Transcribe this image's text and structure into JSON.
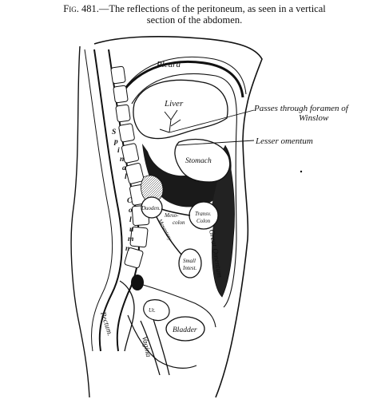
{
  "figure": {
    "number": "Fig. 481.",
    "caption_line1": "—The reflections of the peritoneum, as seen in a vertical",
    "caption_line2": "section of the abdomen."
  },
  "labels": {
    "pleura": "Pleura",
    "liver": "Liver",
    "foramen_line1": "Passes through foramen of",
    "foramen_line2": "Winslow",
    "lesser_omentum": "Lesser omentum",
    "stomach": "Stomach",
    "duodenum": "Duoden.",
    "transverse_colon_1": "Transv.",
    "transverse_colon_2": "Colon",
    "mesocolon_1": "Meso-",
    "mesocolon_2": "colon",
    "mesentery": "Mesentery",
    "small_intestine_1": "Small",
    "small_intestine_2": "Intest.",
    "great_omentum": "Great Omentum",
    "bladder": "Bladder",
    "vagina": "Vagina",
    "rectum": "Rectum.",
    "uterus": "Ut."
  },
  "spine_letters": [
    "S",
    "p",
    "i",
    "n",
    "a",
    "l",
    "C",
    "o",
    "l",
    "u",
    "m",
    "n"
  ]
}
